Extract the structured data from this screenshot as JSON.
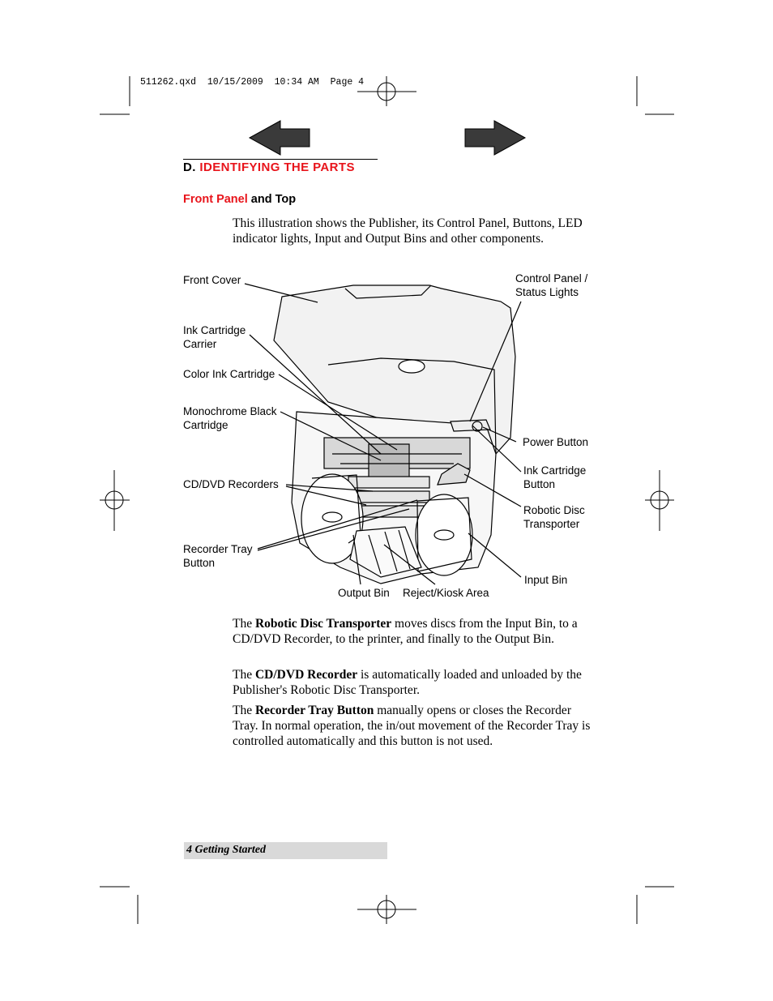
{
  "print_slug": "511262.qxd  10/15/2009  10:34 AM  Page 4",
  "section": {
    "letter": "D.",
    "title": "IDENTIFYING THE PARTS"
  },
  "subsection": {
    "highlight": "Front Panel",
    "rest": "and Top"
  },
  "intro": "This illustration shows the Publisher, its Control Panel, Buttons, LED indicator lights, Input and Output Bins and other components.",
  "labels": {
    "front_cover": "Front Cover",
    "ink_cartridge_carrier": "Ink Cartridge\nCarrier",
    "color_ink_cartridge": "Color Ink Cartridge",
    "mono_black_cartridge": "Monochrome Black\nCartridge",
    "cd_dvd_recorders": "CD/DVD Recorders",
    "recorder_tray_button": "Recorder Tray\nButton",
    "output_bin": "Output Bin",
    "reject_kiosk_area": "Reject/Kiosk Area",
    "input_bin": "Input Bin",
    "robotic_disc_transporter": "Robotic Disc\nTransporter",
    "ink_cartridge_button": "Ink Cartridge\nButton",
    "power_button": "Power Button",
    "control_panel_status": "Control Panel /\nStatus Lights"
  },
  "paragraphs": [
    {
      "pre": "The ",
      "bold": "Robotic Disc Transporter",
      "post": " moves discs from the Input Bin, to a CD/DVD Recorder, to the printer, and finally to the Output Bin."
    },
    {
      "pre": "The ",
      "bold": "CD/DVD Recorder",
      "post": " is automatically loaded and unloaded by the Publisher's Robotic Disc Transporter."
    },
    {
      "pre": "The ",
      "bold": "Recorder Tray Button",
      "post": " manually opens or closes the Recorder Tray. In normal operation, the in/out movement of the Recorder Tray is controlled automatically and this button is not used."
    }
  ],
  "footer": "4  Getting Started",
  "colors": {
    "accent_red": "#e8141b",
    "footer_gray": "#d9d9d9",
    "arrow_fill": "#3a3a3a"
  },
  "icons": {
    "prev": "arrow-left-icon",
    "next": "arrow-right-icon"
  }
}
